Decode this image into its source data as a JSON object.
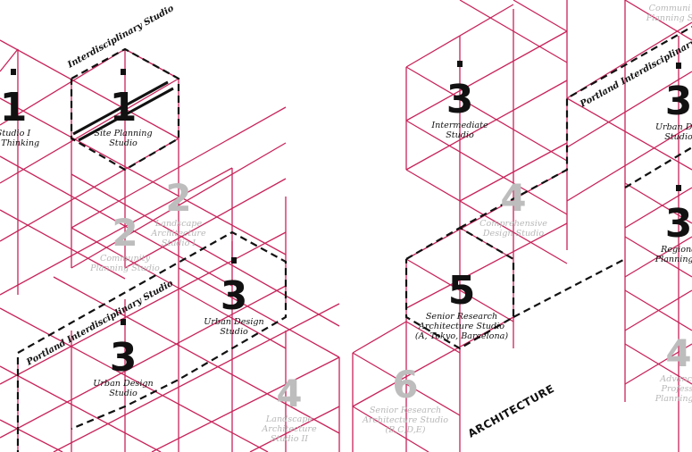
{
  "regions": {
    "interdisciplinary_left": "Interdisciplinary Studio",
    "portland_interdisciplinary_left": "Portland Interdisciplinary Studio",
    "portland_interdisciplinary_right": "Portland Interdisciplinary St",
    "architecture": "ARCHITECTURE"
  },
  "nodes": {
    "studio_one": {
      "number": "1",
      "lines": [
        "Studio I",
        "gn Thinking"
      ]
    },
    "site_planning": {
      "number": "1",
      "lines": [
        "Site Planning",
        "Studio"
      ]
    },
    "community_planning": {
      "number": "2",
      "lines": [
        "Community",
        "Planning Studio"
      ]
    },
    "landscape_one": {
      "number": "2",
      "lines": [
        "Landscape",
        "Architecture",
        "Studio I"
      ]
    },
    "urban_design_a": {
      "number": "3",
      "lines": [
        "Urban Design",
        "Studio"
      ]
    },
    "urban_design_b": {
      "number": "3",
      "lines": [
        "Urban Design",
        "Studio"
      ]
    },
    "landscape_two": {
      "number": "4",
      "lines": [
        "Landscape",
        "Architecture",
        "Studio II"
      ]
    },
    "intermediate": {
      "number": "3",
      "lines": [
        "Intermediate",
        "Studio"
      ]
    },
    "comprehensive": {
      "number": "4",
      "lines": [
        "Comprehensive",
        "Design Studio"
      ]
    },
    "senior_a": {
      "number": "5",
      "lines": [
        "Senior Research",
        "Architecture Studio",
        "(A, Tokyo, Barcelona)"
      ]
    },
    "senior_b": {
      "number": "6",
      "lines": [
        "Senior Research",
        "Architecture Studio",
        "(B,C,D,E)"
      ]
    },
    "community_top": {
      "number": "",
      "lines": [
        "Communi",
        "Planning S"
      ]
    },
    "urban_design_right": {
      "number": "3",
      "lines": [
        "Urban Des",
        "Studio"
      ]
    },
    "regional": {
      "number": "3",
      "lines": [
        "Regiona",
        "Planning S"
      ]
    },
    "advanced": {
      "number": "4",
      "lines": [
        "Advance",
        "Professi",
        "Planning S"
      ]
    }
  },
  "colors": {
    "grid": "#c8245a",
    "active": "#111111",
    "muted": "#b8b8b8"
  }
}
